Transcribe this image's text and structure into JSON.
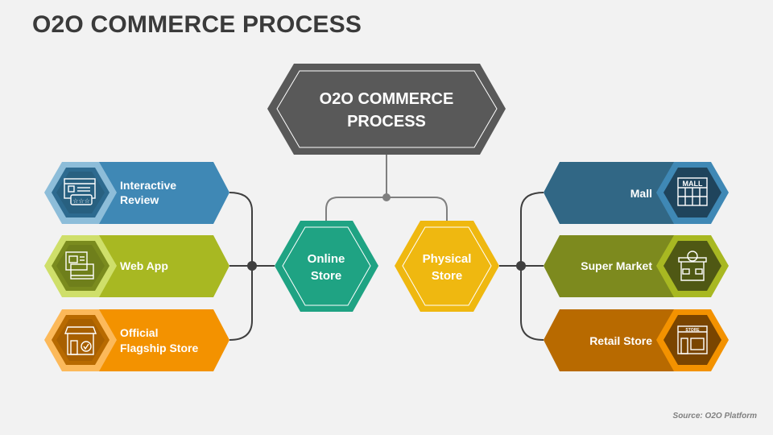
{
  "title": "O2O COMMERCE PROCESS",
  "source": "Source: O2O Platform",
  "center": {
    "line1": "O2O COMMERCE",
    "line2": "PROCESS"
  },
  "online": {
    "line1": "Online",
    "line2": "Store",
    "color": "#1fa383"
  },
  "physical": {
    "line1": "Physical",
    "line2": "Store",
    "color": "#efb810"
  },
  "left_items": [
    {
      "line1": "Interactive",
      "line2": "Review",
      "icon": "review-icon",
      "color": "#3f88b5"
    },
    {
      "line1": "Web App",
      "line2": "",
      "icon": "web-app-icon",
      "color": "#a8b822"
    },
    {
      "line1": "Official",
      "line2": "Flagship Store",
      "icon": "flagship-store-icon",
      "color": "#f39200"
    }
  ],
  "right_items": [
    {
      "label": "Mall",
      "icon": "mall-icon",
      "icon_text": "MALL",
      "color": "#316785"
    },
    {
      "label": "Super Market",
      "icon": "supermarket-icon",
      "color": "#7d8a1e"
    },
    {
      "label": "Retail Store",
      "icon": "retail-store-icon",
      "icon_text": "STORE",
      "color": "#b86a00"
    }
  ]
}
